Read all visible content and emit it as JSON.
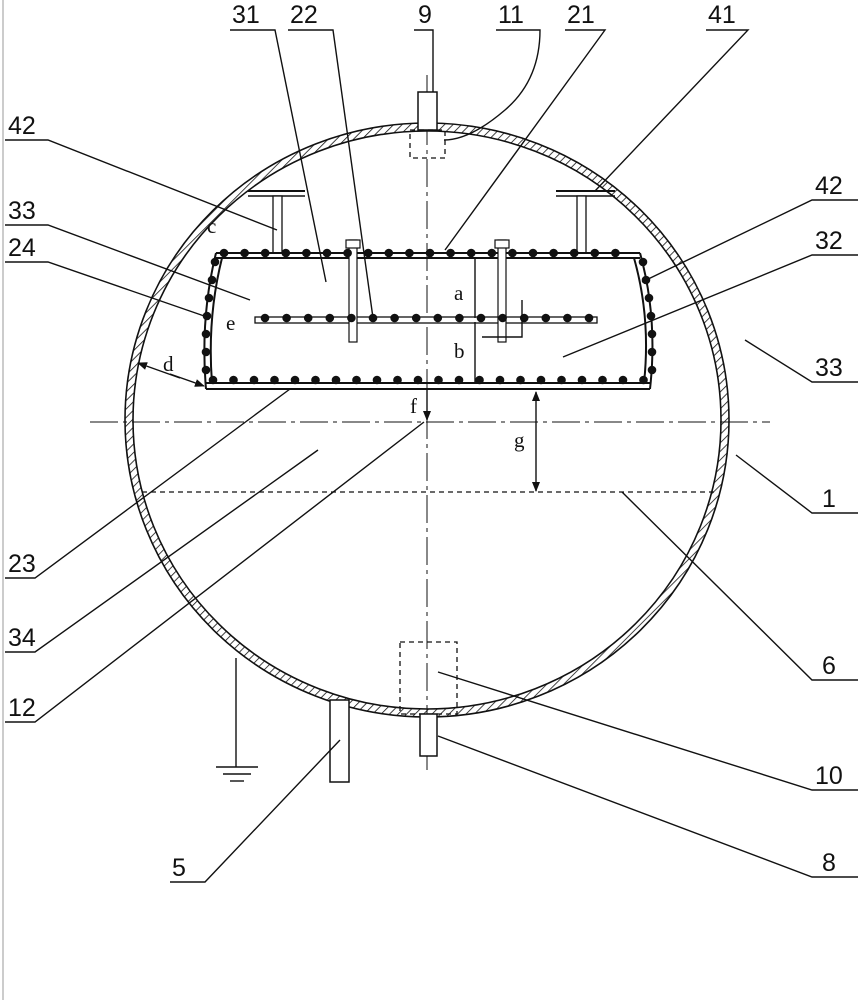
{
  "figure": {
    "part_labels": [
      "31",
      "22",
      "9",
      "11",
      "21",
      "41",
      "42",
      "33",
      "24",
      "42",
      "32",
      "33",
      "1",
      "23",
      "34",
      "12",
      "6",
      "10",
      "5",
      "8"
    ],
    "dimension_labels": [
      "a",
      "b",
      "c",
      "d",
      "e",
      "f",
      "g"
    ]
  }
}
